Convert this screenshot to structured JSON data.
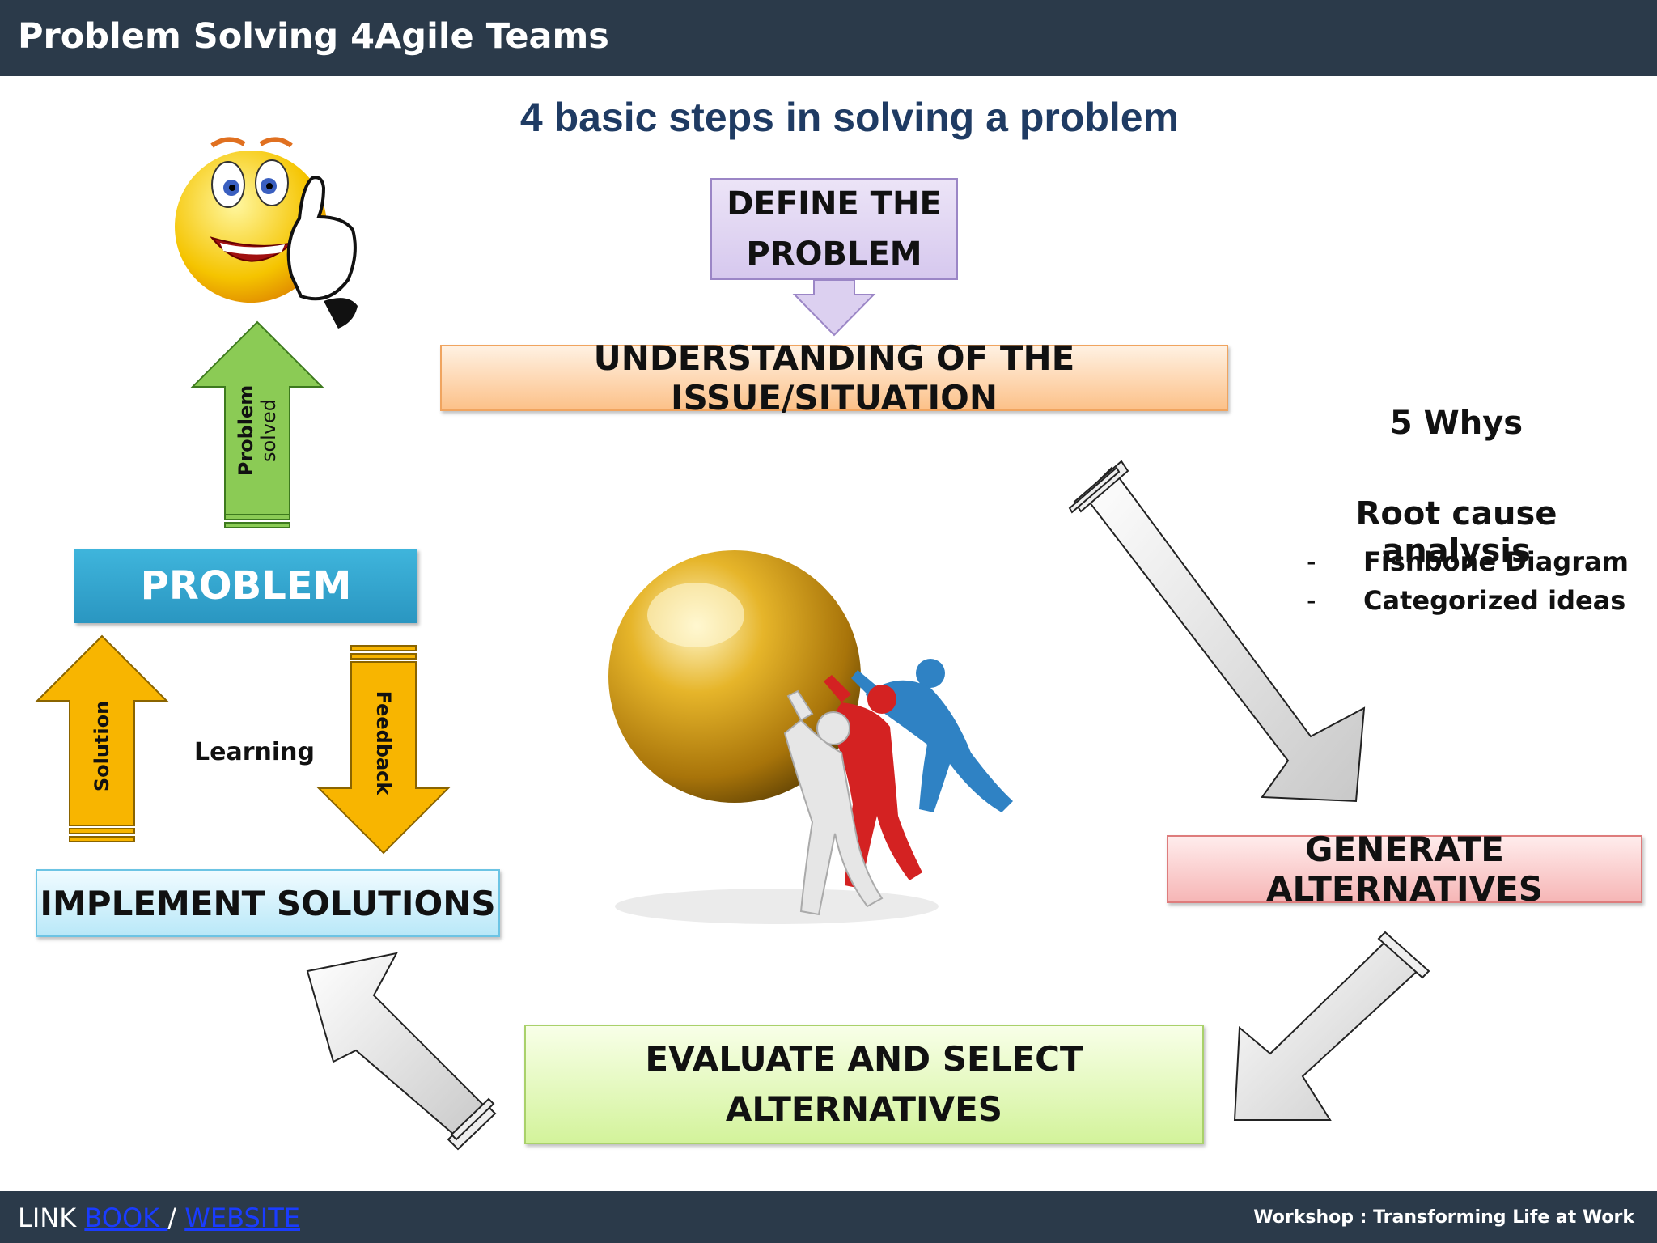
{
  "header": {
    "title": "Problem Solving 4Agile Teams"
  },
  "slide": {
    "heading": "4 basic steps in solving a problem",
    "define_line1": "DEFINE THE",
    "define_line2": "PROBLEM",
    "understanding": "UNDERSTANDING OF THE ISSUE/SITUATION",
    "generate": "GENERATE ALTERNATIVES",
    "evaluate_line1": "EVALUATE AND SELECT",
    "evaluate_line2": "ALTERNATIVES",
    "implement": "IMPLEMENT SOLUTIONS",
    "problem": "PROBLEM",
    "problem_solved_line1": "Problem",
    "problem_solved_line2": "solved",
    "solution": "Solution",
    "feedback": "Feedback",
    "learning": "Learning",
    "whys": "5 Whys",
    "root_cause": "Root cause analysis",
    "root_cause_items": [
      {
        "dash": "-",
        "text": "Fishbone Diagram"
      },
      {
        "dash": "-",
        "text": "Categorized ideas"
      }
    ]
  },
  "footer": {
    "link_label": "LINK",
    "book_link": "BOOK ",
    "separator": "/",
    "website_link": "WEBSITE",
    "workshop": "Workshop : Transforming Life at Work"
  },
  "icons": [
    "smiley-thumbs-up-icon",
    "golden-ball-team-illustration"
  ],
  "colors": {
    "bar": "#2b3a4a",
    "heading": "#1f3b63",
    "define": "#d6c8ee",
    "understanding": "#fcc189",
    "generate": "#f6b6b6",
    "evaluate": "#d3f39b",
    "implement": "#b9e8f8",
    "problem": "#2a96c1",
    "up_arrow_green": "#7dc24a",
    "arrow_amber": "#f8b500",
    "arrow_gray": "#d9d9d9"
  }
}
